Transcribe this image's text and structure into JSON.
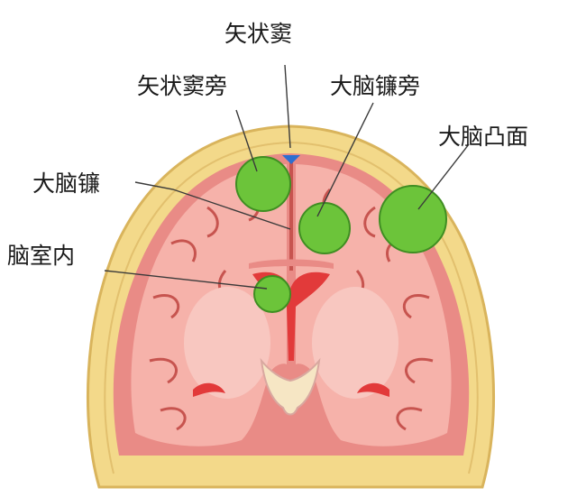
{
  "labels": {
    "sagittal_sinus": "矢状窦",
    "parasagittal": "矢状窦旁",
    "falx_parafalcine": "大脑镰旁",
    "convexity": "大脑凸面",
    "falx": "大脑镰",
    "intraventricular": "脑室内"
  },
  "colors": {
    "skull": "#f3d98a",
    "skull_edge": "#d9b45c",
    "dura": "#e98b86",
    "brain": "#f6b2aa",
    "sulcus": "#c7544f",
    "ventricle": "#e23a3a",
    "tumor": "#6cc43a",
    "tumor_edge": "#3f8e22",
    "sinus": "#2d6fd0"
  }
}
